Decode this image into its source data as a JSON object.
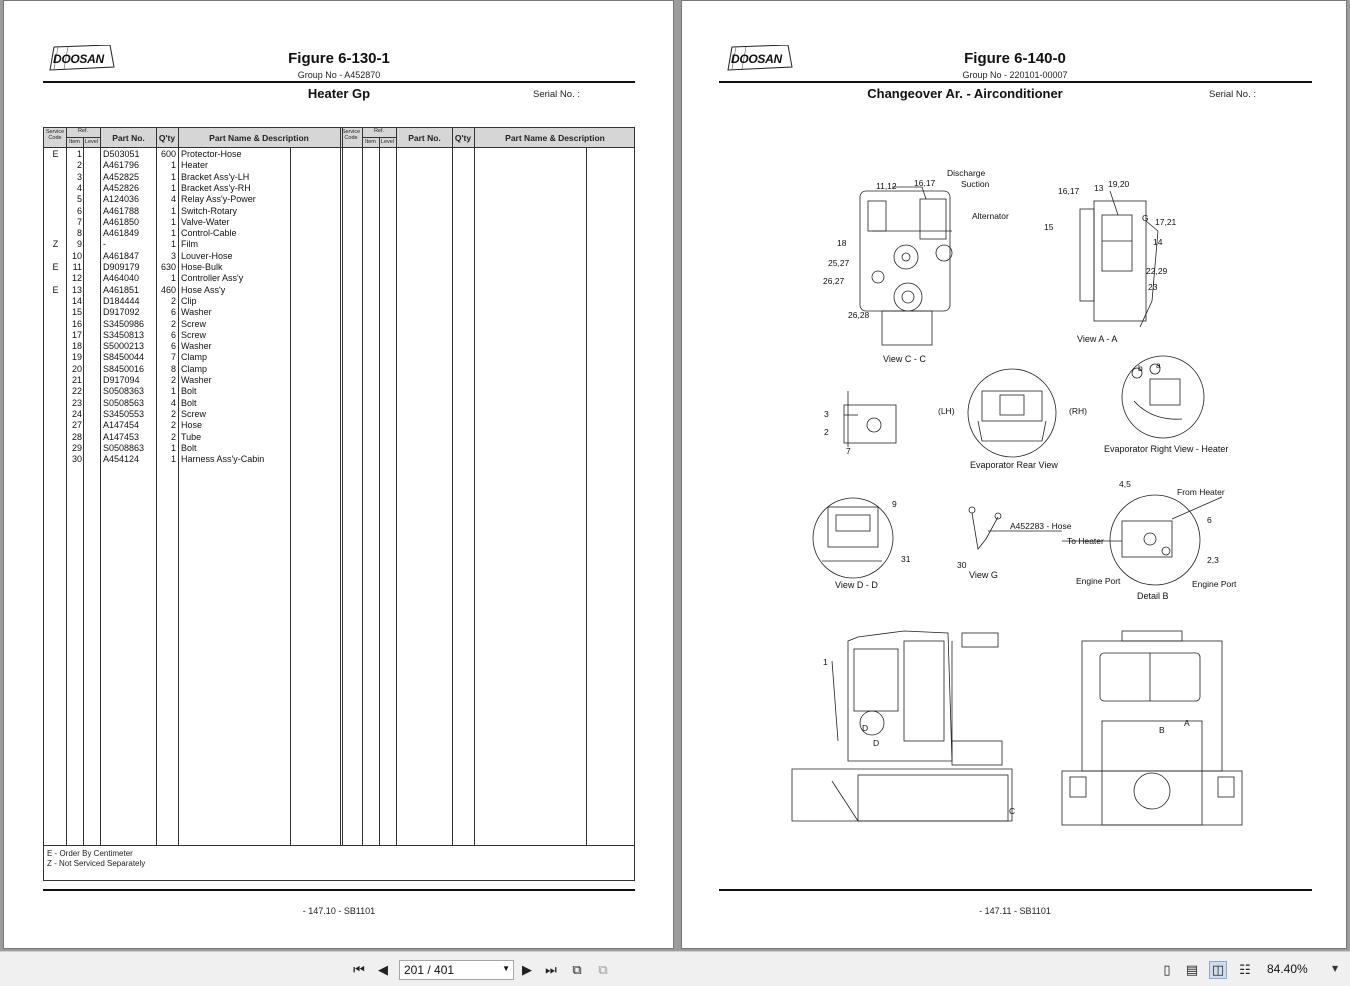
{
  "brand": "DOOSAN",
  "left_page": {
    "figure_title": "Figure 6-130-1",
    "group_no": "Group No - A452870",
    "group_title": "Heater Gp",
    "serial_label": "Serial No. :",
    "table_headers": {
      "service_code": "Service Code",
      "ref": "Ref.",
      "item": "Item",
      "level": "Level",
      "part_no": "Part No.",
      "qty": "Q'ty",
      "description": "Part Name & Description"
    },
    "rows": [
      {
        "svc": "E",
        "item": "1",
        "part": "D503051",
        "qty": "600",
        "desc": "Protector-Hose"
      },
      {
        "svc": "",
        "item": "2",
        "part": "A461796",
        "qty": "1",
        "desc": "Heater"
      },
      {
        "svc": "",
        "item": "3",
        "part": "A452825",
        "qty": "1",
        "desc": "Bracket Ass'y-LH"
      },
      {
        "svc": "",
        "item": "4",
        "part": "A452826",
        "qty": "1",
        "desc": "Bracket Ass'y-RH"
      },
      {
        "svc": "",
        "item": "5",
        "part": "A124036",
        "qty": "4",
        "desc": "Relay Ass'y-Power"
      },
      {
        "svc": "",
        "item": "6",
        "part": "A461788",
        "qty": "1",
        "desc": "Switch-Rotary"
      },
      {
        "svc": "",
        "item": "7",
        "part": "A461850",
        "qty": "1",
        "desc": "Valve-Water"
      },
      {
        "svc": "",
        "item": "8",
        "part": "A461849",
        "qty": "1",
        "desc": "Control-Cable"
      },
      {
        "svc": "Z",
        "item": "9",
        "part": "-",
        "qty": "1",
        "desc": "Film"
      },
      {
        "svc": "",
        "item": "10",
        "part": "A461847",
        "qty": "3",
        "desc": "Louver-Hose"
      },
      {
        "svc": "E",
        "item": "11",
        "part": "D909179",
        "qty": "630",
        "desc": "Hose-Bulk"
      },
      {
        "svc": "",
        "item": "12",
        "part": "A464040",
        "qty": "1",
        "desc": "Controller Ass'y"
      },
      {
        "svc": "E",
        "item": "13",
        "part": "A461851",
        "qty": "460",
        "desc": "Hose Ass'y"
      },
      {
        "svc": "",
        "item": "14",
        "part": "D184444",
        "qty": "2",
        "desc": "Clip"
      },
      {
        "svc": "",
        "item": "15",
        "part": "D917092",
        "qty": "6",
        "desc": "Washer"
      },
      {
        "svc": "",
        "item": "16",
        "part": "S3450986",
        "qty": "2",
        "desc": "Screw"
      },
      {
        "svc": "",
        "item": "17",
        "part": "S3450813",
        "qty": "6",
        "desc": "Screw"
      },
      {
        "svc": "",
        "item": "18",
        "part": "S5000213",
        "qty": "6",
        "desc": "Washer"
      },
      {
        "svc": "",
        "item": "19",
        "part": "S8450044",
        "qty": "7",
        "desc": "Clamp"
      },
      {
        "svc": "",
        "item": "20",
        "part": "S8450016",
        "qty": "8",
        "desc": "Clamp"
      },
      {
        "svc": "",
        "item": "21",
        "part": "D917094",
        "qty": "2",
        "desc": "Washer"
      },
      {
        "svc": "",
        "item": "22",
        "part": "S0508363",
        "qty": "1",
        "desc": "Bolt"
      },
      {
        "svc": "",
        "item": "23",
        "part": "S0508563",
        "qty": "4",
        "desc": "Bolt"
      },
      {
        "svc": "",
        "item": "24",
        "part": "S3450553",
        "qty": "2",
        "desc": "Screw"
      },
      {
        "svc": "",
        "item": "27",
        "part": "A147454",
        "qty": "2",
        "desc": "Hose"
      },
      {
        "svc": "",
        "item": "28",
        "part": "A147453",
        "qty": "2",
        "desc": "Tube"
      },
      {
        "svc": "",
        "item": "29",
        "part": "S0508863",
        "qty": "1",
        "desc": "Bolt"
      },
      {
        "svc": "",
        "item": "30",
        "part": "A454124",
        "qty": "1",
        "desc": "Harness Ass'y-Cabin"
      }
    ],
    "notes": [
      "E - Order By Centimeter",
      "Z - Not Serviced Separately"
    ],
    "footer": "- 147.10 -  SB1101"
  },
  "right_page": {
    "figure_title": "Figure 6-140-0",
    "group_no": "Group No - 220101-00007",
    "group_title": "Changeover Ar. - Airconditioner",
    "serial_label": "Serial No. :",
    "footer": "- 147.11 -  SB1101",
    "diagram_labels": {
      "discharge": "Discharge",
      "suction": "Suction",
      "alternator": "Alternator",
      "n11_12": "11,12",
      "n16_17a": "16,17",
      "n18": "18",
      "n25_27": "25,27",
      "n26_27": "26,27",
      "n26_28": "26,28",
      "n16_17b": "16,17",
      "n13": "13",
      "n19_20": "19,20",
      "n15": "15",
      "g": "G",
      "n17_21": "17,21",
      "n14": "14",
      "n22_29": "22,29",
      "n23": "23",
      "n3": "3",
      "n2": "2",
      "n7": "7",
      "lh": "(LH)",
      "rh": "(RH)",
      "b_mark": "b",
      "a_mark": "a",
      "n9": "9",
      "n31": "31",
      "hose_ref": "A452283 - Hose",
      "n30": "30",
      "n4_5": "4,5",
      "from_heater": "From Heater",
      "n6": "6",
      "to_heater": "To Heater",
      "n2_3": "2,3",
      "engine_port_left": "Engine Port",
      "engine_port_right": "Engine Port",
      "n1": "1",
      "d1": "D",
      "d2": "D",
      "c_mark": "C",
      "b_view": "B",
      "a_view": "A"
    },
    "view_captions": {
      "view_cc": "View  C - C",
      "view_aa": "View  A - A",
      "evap_rear": "Evaporator Rear View",
      "evap_right": "Evaporator Right View - Heater",
      "view_dd": "View  D - D",
      "view_g": "View  G",
      "detail_b": "Detail  B"
    }
  },
  "toolbar": {
    "page_indicator": "201 / 401",
    "zoom": "84.40%"
  }
}
